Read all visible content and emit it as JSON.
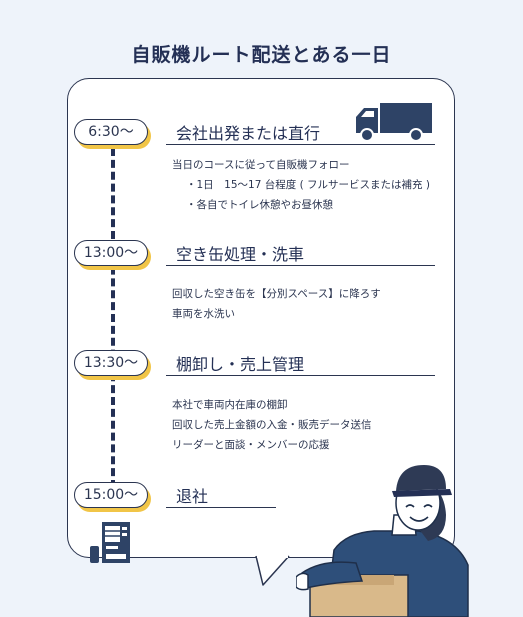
{
  "title": "自販機ルート配送とある一日",
  "steps": [
    {
      "time": "6:30〜",
      "title": "会社出発または直行",
      "details": [
        "当日のコースに従って自販機フォロー",
        "・1日　15〜17 台程度 ( フルサービスまたは補充 )",
        "・各自でトイレ休憩やお昼休憩"
      ]
    },
    {
      "time": "13:00〜",
      "title": "空き缶処理・洗車",
      "details": [
        "回収した空き缶を【分別スペース】に降ろす",
        "車両を水洗い"
      ]
    },
    {
      "time": "13:30〜",
      "title": "棚卸し・売上管理",
      "details": [
        "本社で車両内在庫の棚卸",
        "回収した売上金額の入金・販売データ送信",
        "リーダーと面談・メンバーの応援"
      ]
    },
    {
      "time": "15:00〜",
      "title": "退社",
      "details": []
    }
  ],
  "colors": {
    "navy": "#243055",
    "accent_yellow": "#f1c547",
    "background": "#eef3fa"
  },
  "icons": [
    "truck-icon",
    "vending-machine-icon",
    "worker-illustration"
  ]
}
